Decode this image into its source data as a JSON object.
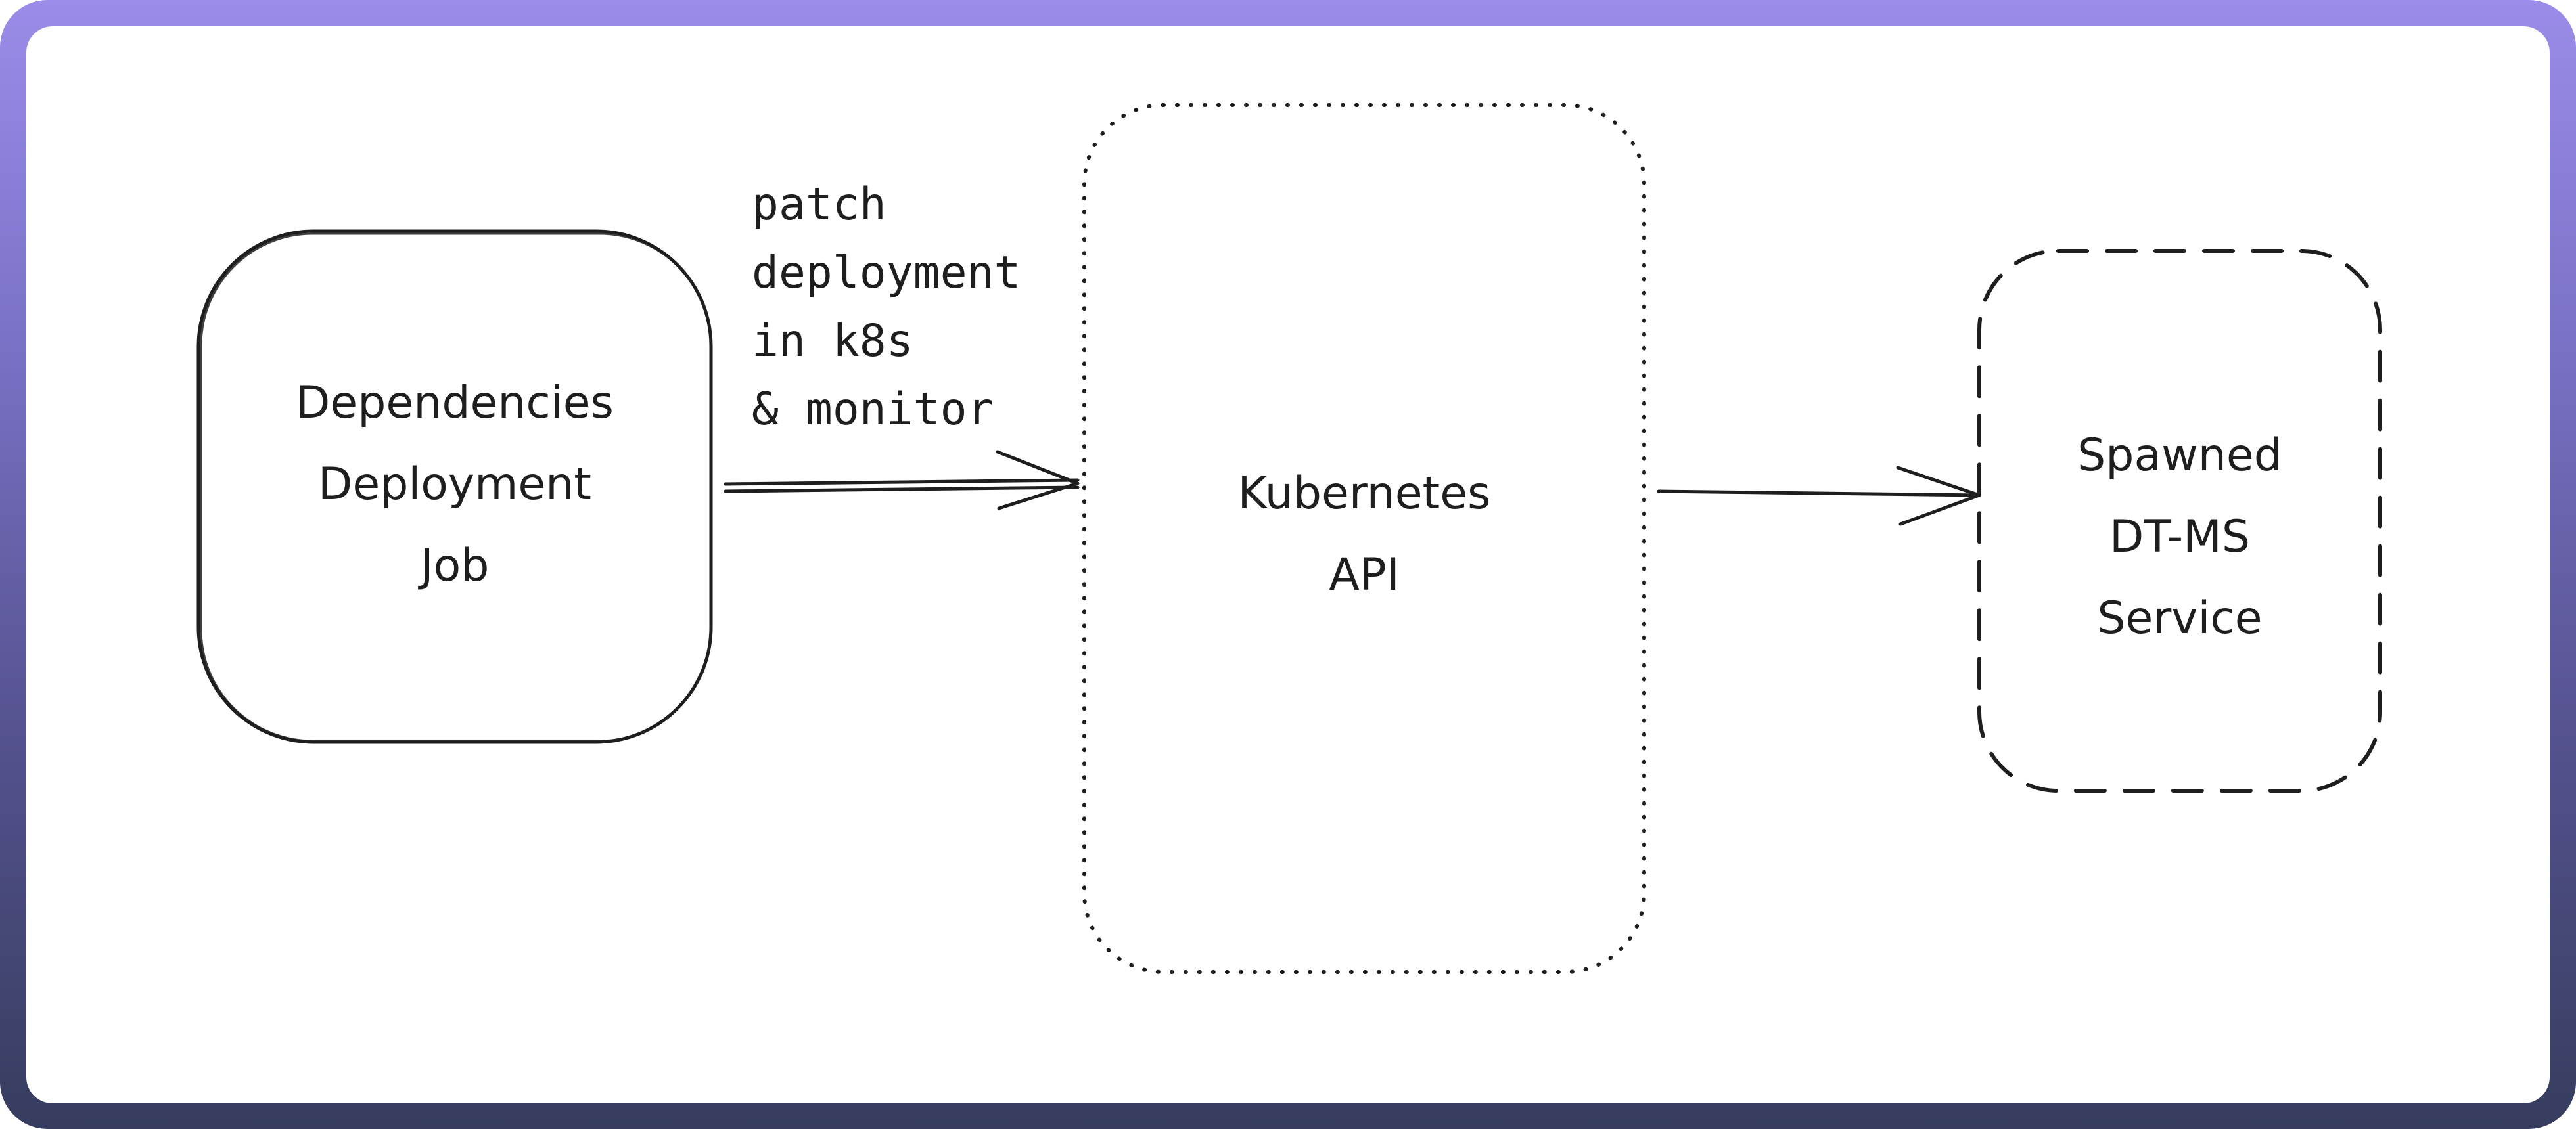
{
  "colors": {
    "stroke": "#1e1e1e",
    "canvas_background": "#ffffff",
    "frame_gradient_top": "#9a8ce8",
    "frame_gradient_bottom": "#363d5e"
  },
  "nodes": {
    "dependencies_job": {
      "lines": [
        "Dependencies",
        "Deployment",
        "Job"
      ],
      "border": "solid"
    },
    "kubernetes_api": {
      "lines": [
        "Kubernetes",
        "API"
      ],
      "border": "dotted"
    },
    "spawned_service": {
      "lines": [
        "Spawned",
        "DT-MS",
        "Service"
      ],
      "border": "dashed"
    }
  },
  "edges": {
    "job_to_api": {
      "label_lines": [
        "patch",
        "deployment",
        "in k8s",
        "& monitor"
      ],
      "style": "double-line-arrow"
    },
    "api_to_service": {
      "label_lines": [],
      "style": "arrow"
    }
  }
}
